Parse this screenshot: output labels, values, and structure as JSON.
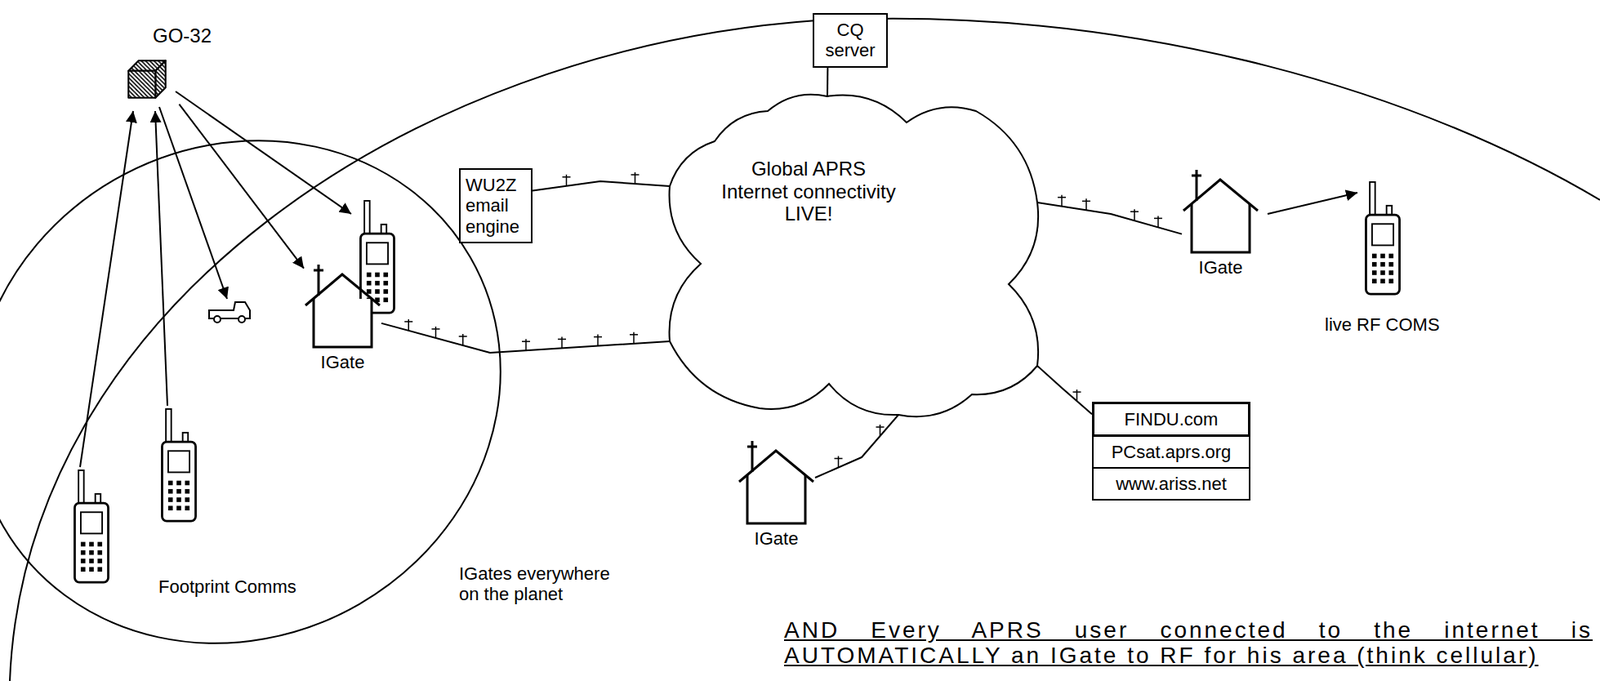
{
  "diagram": {
    "nodes": [
      {
        "text": [
          "GO-32"
        ]
      },
      {
        "text": [
          "IGate"
        ]
      },
      {
        "text": [
          "WU2Z email engine"
        ]
      },
      {
        "text": [
          "CQ server"
        ]
      },
      {
        "text": [
          "Global APRS Internet connectivity LIVE!"
        ]
      },
      {
        "text": [
          "IGate"
        ]
      },
      {
        "text": [
          "IGate"
        ]
      },
      {
        "text": [
          "FINDU.com"
        ]
      },
      {
        "text": [
          "PCsat.aprs.org"
        ]
      },
      {
        "text": [
          "www.ariss.net"
        ]
      }
    ],
    "edges": [
      {
        "from": 0,
        "to": 1,
        "arrow": "to"
      },
      {
        "from": 1,
        "to": 4,
        "arrow": "none"
      },
      {
        "from": 2,
        "to": 4,
        "arrow": "none"
      },
      {
        "from": 3,
        "to": 4,
        "arrow": "none"
      },
      {
        "from": 5,
        "to": 4,
        "arrow": "none"
      },
      {
        "from": 4,
        "to": 6,
        "arrow": "none"
      },
      {
        "from": 4,
        "to": 7,
        "arrow": "none"
      }
    ],
    "labels": [
      "Footprint Comms",
      "IGates everywhere on the planet",
      "live RF COMS",
      "AND Every APRS user connected to the internet is AUTOMATICALLY an IGate to RF for his area (think cellular)"
    ]
  }
}
